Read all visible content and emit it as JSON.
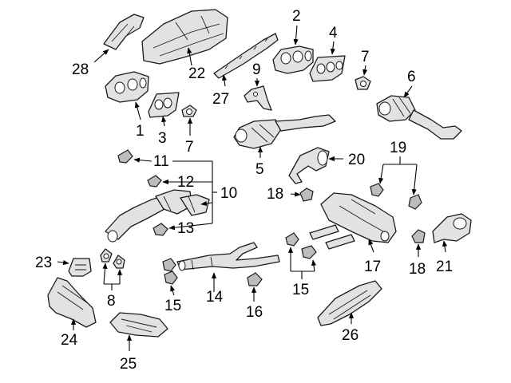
{
  "callouts": [
    {
      "id": "c1",
      "label": "1"
    },
    {
      "id": "c2",
      "label": "2"
    },
    {
      "id": "c3",
      "label": "3"
    },
    {
      "id": "c4",
      "label": "4"
    },
    {
      "id": "c5",
      "label": "5"
    },
    {
      "id": "c6",
      "label": "6"
    },
    {
      "id": "c7a",
      "label": "7"
    },
    {
      "id": "c7b",
      "label": "7"
    },
    {
      "id": "c8",
      "label": "8"
    },
    {
      "id": "c9",
      "label": "9"
    },
    {
      "id": "c10",
      "label": "10"
    },
    {
      "id": "c11",
      "label": "11"
    },
    {
      "id": "c12",
      "label": "12"
    },
    {
      "id": "c13",
      "label": "13"
    },
    {
      "id": "c14",
      "label": "14"
    },
    {
      "id": "c15a",
      "label": "15"
    },
    {
      "id": "c15b",
      "label": "15"
    },
    {
      "id": "c16",
      "label": "16"
    },
    {
      "id": "c17",
      "label": "17"
    },
    {
      "id": "c18a",
      "label": "18"
    },
    {
      "id": "c18b",
      "label": "18"
    },
    {
      "id": "c19",
      "label": "19"
    },
    {
      "id": "c20",
      "label": "20"
    },
    {
      "id": "c21",
      "label": "21"
    },
    {
      "id": "c22",
      "label": "22"
    },
    {
      "id": "c23",
      "label": "23"
    },
    {
      "id": "c24",
      "label": "24"
    },
    {
      "id": "c25",
      "label": "25"
    },
    {
      "id": "c26",
      "label": "26"
    },
    {
      "id": "c27",
      "label": "27"
    },
    {
      "id": "c28",
      "label": "28"
    }
  ]
}
